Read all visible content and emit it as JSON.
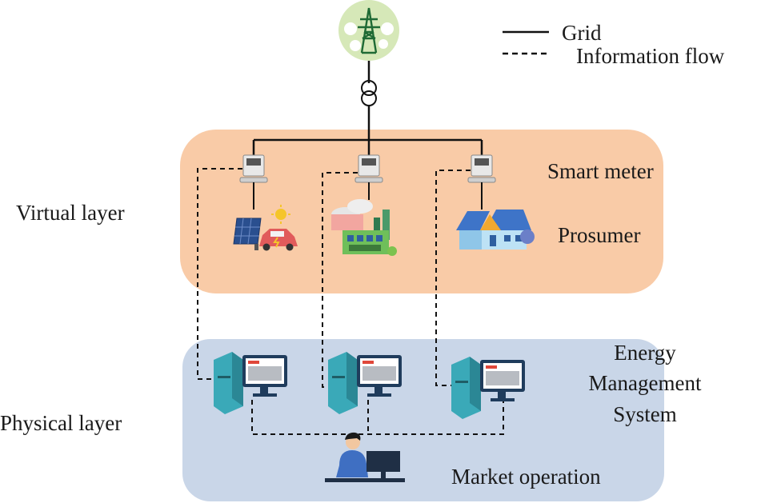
{
  "legend": {
    "grid_label": "Grid",
    "info_label": "Information flow"
  },
  "labels": {
    "smart_meter": "Smart meter",
    "prosumer": "Prosumer",
    "virtual_layer": "Virtual layer",
    "physical_layer": "Physical layer",
    "ems_line1": "Energy",
    "ems_line2": "Management",
    "ems_line3": "System",
    "market_operation": "Market operation"
  },
  "colors": {
    "virtual_layer_fill": "#f9cba7",
    "physical_layer_fill": "#c9d6e8",
    "grid_line": "#111111",
    "computer_teal": "#3aa9b8",
    "screen_red": "#e0473a"
  },
  "icons": {
    "grid": "transmission-tower-icon",
    "transformer": "transformer-icon",
    "meter": "smart-meter-icon",
    "prosumer_ev": "solar-ev-icon",
    "prosumer_factory": "factory-icon",
    "prosumer_house": "solar-house-icon",
    "ems_computer": "computer-workstation-icon",
    "operator": "operator-at-desk-icon"
  }
}
